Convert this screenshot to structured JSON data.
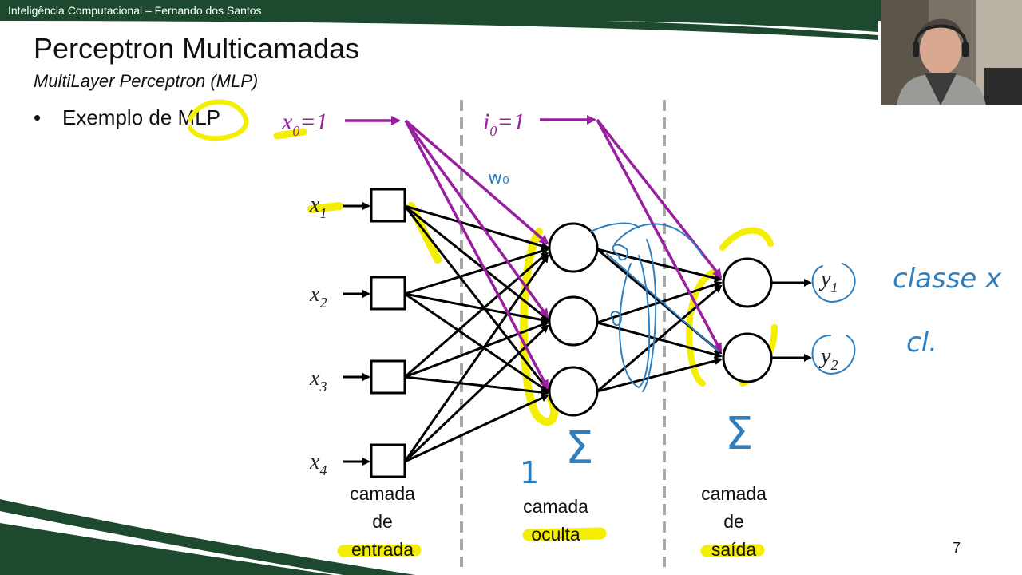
{
  "header": {
    "text": "Inteligência Computacional – Fernando dos Santos"
  },
  "slide": {
    "title": "Perceptron Multicamadas",
    "subtitle": "MultiLayer Perceptron (MLP)",
    "bullet_prefix": "Exemplo de ",
    "bullet_highlight": "MLP",
    "page_number": "7"
  },
  "diagram": {
    "bias_input": {
      "var": "x",
      "sub": "0",
      "eq": "=1"
    },
    "bias_hidden": {
      "var": "i",
      "sub": "0",
      "eq": "=1"
    },
    "inputs": [
      {
        "var": "x",
        "sub": "1"
      },
      {
        "var": "x",
        "sub": "2"
      },
      {
        "var": "x",
        "sub": "3"
      },
      {
        "var": "x",
        "sub": "4"
      }
    ],
    "outputs": [
      {
        "var": "y",
        "sub": "1"
      },
      {
        "var": "y",
        "sub": "2"
      }
    ],
    "layer_labels": {
      "input": [
        "camada",
        "de",
        "entrada"
      ],
      "hidden": [
        "camada",
        "oculta"
      ],
      "output": [
        "camada",
        "de",
        "saída"
      ]
    }
  },
  "annotations": {
    "w0": "w₀",
    "sigma": "Σ",
    "one": "1",
    "class_x": "classe x",
    "cl": "cl."
  },
  "colors": {
    "header_bg": "#1d4a2e",
    "bias_arrows": "#9a1fa0",
    "highlighter": "#f4ee00",
    "pen_blue": "#2f7fbf"
  }
}
